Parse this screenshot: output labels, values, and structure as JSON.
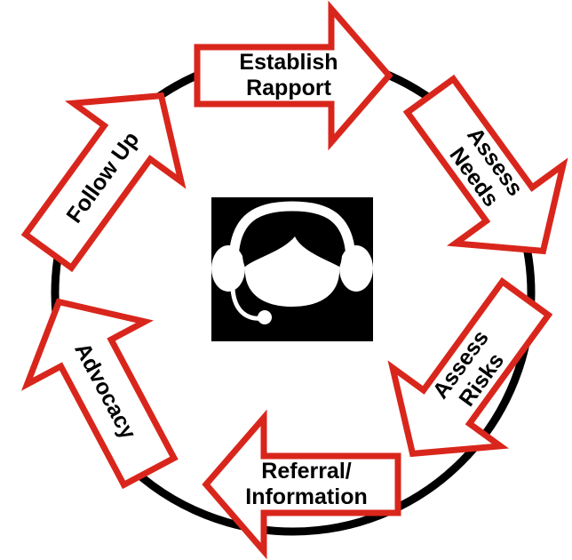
{
  "diagram": {
    "steps": [
      {
        "id": "establish-rapport",
        "lines": [
          "Establish",
          "Rapport"
        ]
      },
      {
        "id": "assess-needs",
        "lines": [
          "Assess",
          "Needs"
        ]
      },
      {
        "id": "assess-risks",
        "lines": [
          "Assess",
          "Risks"
        ]
      },
      {
        "id": "referral-information",
        "lines": [
          "Referral/",
          "Information"
        ]
      },
      {
        "id": "advocacy",
        "lines": [
          "Advocacy"
        ]
      },
      {
        "id": "follow-up",
        "lines": [
          "Follow Up"
        ]
      }
    ],
    "center_icon": "headset-agent-icon",
    "colors": {
      "arrow_outline": "#d9261c",
      "arrow_fill": "#ffffff",
      "ring": "#000000",
      "icon_background": "#000000",
      "icon_foreground": "#ffffff"
    }
  }
}
